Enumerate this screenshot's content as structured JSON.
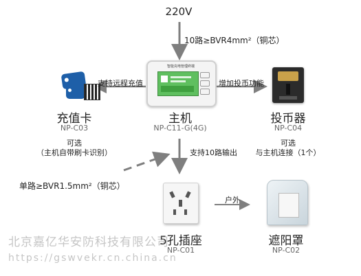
{
  "power": {
    "voltage": "220V",
    "wire_spec": "10路≥BVR4mm²（铜芯）"
  },
  "main_unit": {
    "title": "主机",
    "model": "NP-C11-G(4G)",
    "screen_title": "智能充电管理终端"
  },
  "card": {
    "title": "充值卡",
    "model": "NP-C03",
    "edge_label": "支持远程充值",
    "optional": "可选",
    "note": "（主机自带刷卡识别）"
  },
  "coin": {
    "title": "投币器",
    "model": "NP-C04",
    "edge_label": "增加投币功能",
    "optional": "可选",
    "note": "与主机连接（1个）"
  },
  "outputs": {
    "edge_label": "支持10路输出"
  },
  "branch_wire": "单路≥BVR1.5mm²（铜芯）",
  "socket": {
    "title": "5孔插座",
    "model": "NP-C01"
  },
  "cover": {
    "title": "遮阳罩",
    "model": "NP-C02",
    "edge_label": "户外"
  },
  "watermark": {
    "company": "北京嘉亿华安防科技有限公司",
    "url": "https://gswvekr.cn.china.cn"
  },
  "colors": {
    "arrow": "#7f7f7f",
    "screen_green": "#4cae4c",
    "card_blue": "#1e5fa8",
    "text": "#222222"
  }
}
